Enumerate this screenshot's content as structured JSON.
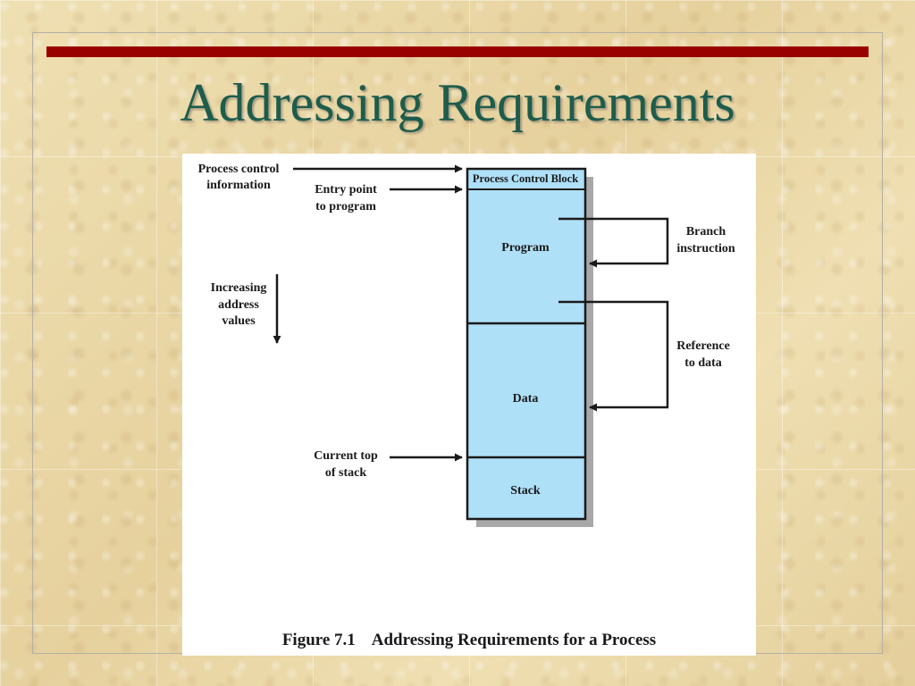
{
  "slide": {
    "title": "Addressing Requirements"
  },
  "colors": {
    "title": "#1e5c4c",
    "accent_bar": "#990000",
    "segment_fill": "#aee0f8",
    "shadow": "#a8a8a8",
    "background": "#ecdcae"
  },
  "figure": {
    "caption_number": "Figure 7.1",
    "caption_text": "Addressing Requirements for a Process",
    "segments": {
      "pcb": "Process Control Block",
      "program": "Program",
      "data": "Data",
      "stack": "Stack"
    },
    "left_labels": {
      "process_control": [
        "Process control",
        "information"
      ],
      "entry_point": [
        "Entry point",
        "to program"
      ],
      "increasing": [
        "Increasing",
        "address",
        "values"
      ],
      "current_top": [
        "Current top",
        "of stack"
      ]
    },
    "right_labels": {
      "branch": [
        "Branch",
        "instruction"
      ],
      "reference": [
        "Reference",
        "to data"
      ]
    }
  }
}
